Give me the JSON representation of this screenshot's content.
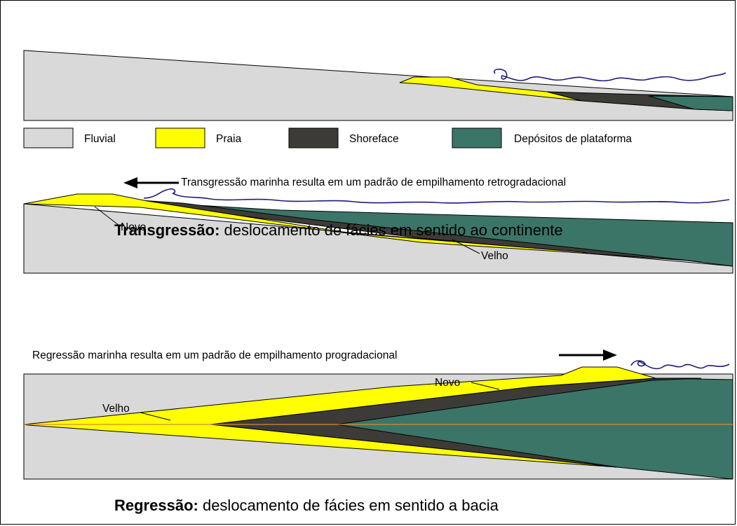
{
  "legend": {
    "items": [
      {
        "label": "Fluvial",
        "color": "#d9d9d9"
      },
      {
        "label": "Praia",
        "color": "#ffff00"
      },
      {
        "label": "Shoreface",
        "color": "#3d3b38"
      },
      {
        "label": "Depósitos de plataforma",
        "color": "#3b7567"
      }
    ]
  },
  "transgression": {
    "arrow_text": "Transgressão marinha resulta em um padrão de empilhamento retrogradacional",
    "label_new": "Novo",
    "label_old": "Velho",
    "caption_bold": "Transgressão:",
    "caption_rest": " deslocamento de fácies em sentido ao continente"
  },
  "regression": {
    "arrow_text": "Regressão marinha resulta em um padrão de empilhamento progradacional",
    "label_new": "Novo",
    "label_old": "Velho",
    "caption_bold": "Regressão:",
    "caption_rest": " deslocamento de fácies em sentido a bacia"
  },
  "colors": {
    "fluvial": "#d9d9d9",
    "beach": "#ffff00",
    "shoreface": "#3d3b38",
    "shelf": "#3b7567",
    "sea_line": "#1c1c7c",
    "datum_line": "#d98a2b"
  }
}
